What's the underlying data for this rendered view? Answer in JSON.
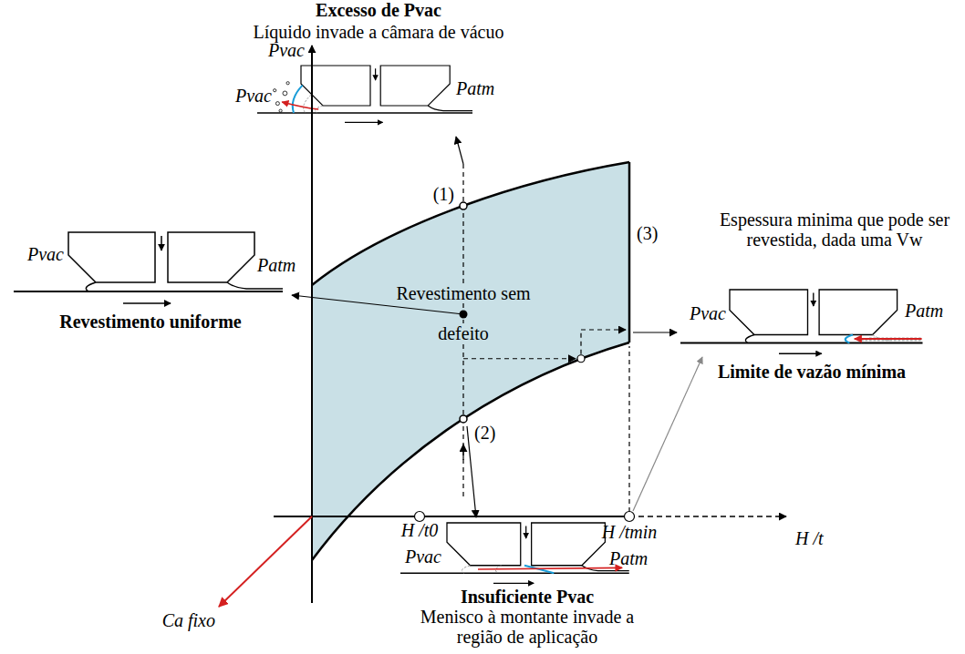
{
  "diagram": {
    "nodes": [
      {
        "text": [
          "Revestimento sem defeito"
        ]
      }
    ],
    "labels": [
      "Excesso de Pvac",
      "Líquido invade a câmara de vácuo",
      "Pvac",
      "Patm",
      "Pvac",
      "(1)",
      "(2)",
      "(3)",
      "Pvac",
      "Patm",
      "Revestimento uniforme",
      "Espessura minima que pode ser revestida, dada uma Vw",
      "Pvac",
      "Patm",
      "Limite de vazão mínima",
      "H /t0",
      "H /tmin",
      "H /t",
      "Ca fixo",
      "Pvac",
      "Patm",
      "Insuficiente Pvac",
      "Menisco à montante invade a região de aplicação"
    ]
  }
}
